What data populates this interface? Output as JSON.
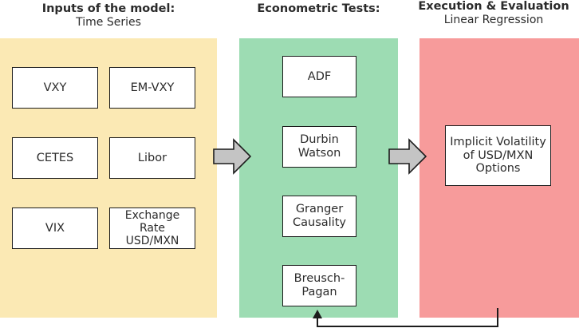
{
  "diagram": {
    "title_line_1": "Inputs of the model:",
    "columns": [
      {
        "id": "inputs",
        "title": "Inputs of the model:",
        "subtitle": "Time Series",
        "panel_color": "#fbe9b4",
        "nodes": [
          {
            "label": "VXY"
          },
          {
            "label": "EM-VXY"
          },
          {
            "label": "CETES"
          },
          {
            "label": "Libor"
          },
          {
            "label": "VIX"
          },
          {
            "label": "Exchange Rate\nUSD/MXN"
          }
        ]
      },
      {
        "id": "tests",
        "title": "Econometric Tests:",
        "subtitle": "",
        "panel_color": "#9ddcb3",
        "nodes": [
          {
            "label": "ADF"
          },
          {
            "label": "Durbin\nWatson"
          },
          {
            "label": "Granger\nCausality"
          },
          {
            "label": "Breusch-\nPagan"
          }
        ]
      },
      {
        "id": "execution",
        "title": "Execution & Evaluation",
        "subtitle": "Linear Regression",
        "panel_color": "#f79b9b",
        "nodes": [
          {
            "label": "Implicit Volatility\nof USD/MXN\nOptions"
          }
        ]
      }
    ],
    "connectors": [
      {
        "id": "arrow-inputs-to-tests",
        "icon": "block-arrow-right-icon",
        "from": "inputs",
        "to": "tests",
        "color": "#c4c4c4"
      },
      {
        "id": "arrow-tests-to-exec",
        "icon": "block-arrow-right-icon",
        "from": "tests",
        "to": "execution",
        "color": "#c4c4c4"
      },
      {
        "id": "feedback-loop",
        "icon": "feedback-arrow-icon",
        "from": "execution",
        "to": "tests",
        "color": "#1c1c1c"
      }
    ]
  }
}
